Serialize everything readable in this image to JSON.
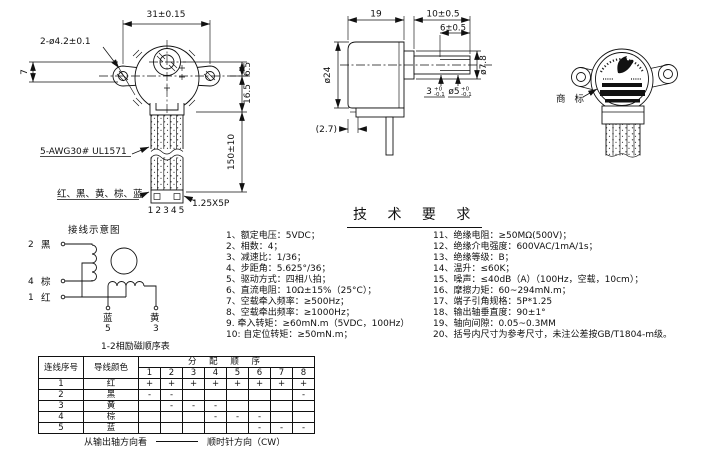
{
  "front_view": {
    "dim_mount_width": "31±0.15",
    "callout_holes": "2-ø4.2±0.1",
    "dim_offset_left": "7",
    "dim_shaft_offset": "6.5",
    "dim_body_lower": "16.5",
    "dim_lead_length": "150±10",
    "label_wire": "5-AWG30# UL1571",
    "label_wire_colors": "红、黑、黄、棕、蓝",
    "label_connector": "1.25X5P",
    "label_pins": "12345"
  },
  "side_view": {
    "dim_depth": "19",
    "dim_shaft_len": "10±0.5",
    "dim_flat_len": "6±0.5",
    "dim_body_dia": "ø24",
    "dim_ref": "(2.7)",
    "dim_flat": "3",
    "dim_flat_tol_up": "+0",
    "dim_flat_tol_dn": "-0.1",
    "dim_shaft_dia": "ø5",
    "dim_shaft_tol_up": "+0",
    "dim_shaft_tol_dn": "-0.1",
    "dim_boss_dia": "ø7.8"
  },
  "back_view": {
    "label_trademark": "商 标"
  },
  "wiring": {
    "title": "接线示意图",
    "t2_num": "2",
    "t2_color": "黑",
    "t4_num": "4",
    "t4_color": "棕",
    "t1_num": "1",
    "t1_color": "红",
    "t5_num": "5",
    "t5_color": "蓝",
    "t3_num": "3",
    "t3_color": "黄",
    "subtitle": "1-2相励磁顺序表"
  },
  "tech": {
    "title": "技 术 要 求",
    "left": [
      "1、额定电压：5VDC；",
      "2、相数：4；",
      "3、减速比：1/36；",
      "4、步距角：5.625°/36；",
      "5、驱动方式：四相八拍；",
      "6、直流电阻：10Ω±15%（25°C）；",
      "7、空载牵入频率：≥500Hz；",
      "8、空载牵出频率：≥1000Hz；",
      "9. 牵入转矩：≥60mN.m（5VDC，100Hz）",
      "10: 自定位转矩：≥50mN.m；"
    ],
    "right": [
      "11、绝缘电阻：≥50MΩ(500V)；",
      "12、绝缘介电强度：600VAC/1mA/1s；",
      "13、绝缘等级：B；",
      "14、温升：≤60K；",
      "15、噪声：≤40dB（A）（100Hz，空载，10cm）；",
      "16、摩擦力矩：60~294mN.m；",
      "17、端子引角规格：5P*1.25",
      "18、输出轴垂直度：90±1°",
      "19、轴向间隙：0.05~0.3MM",
      "20、括号内尺寸为参考尺寸，未注公差按GB/T1804-m级。"
    ]
  },
  "table": {
    "h_wire_no": "连线序号",
    "h_wire_color": "导线颜色",
    "h_sequence": "分 配 顺 序",
    "seq": [
      "1",
      "2",
      "3",
      "4",
      "5",
      "6",
      "7",
      "8"
    ],
    "rows": [
      {
        "num": "1",
        "color": "红",
        "cells": [
          "+",
          "+",
          "+",
          "+",
          "+",
          "+",
          "+",
          "+"
        ]
      },
      {
        "num": "2",
        "color": "黑",
        "cells": [
          "-",
          "-",
          "",
          "",
          "",
          "",
          "",
          "-"
        ]
      },
      {
        "num": "3",
        "color": "黄",
        "cells": [
          "",
          "-",
          "-",
          "-",
          "",
          "",
          "",
          ""
        ]
      },
      {
        "num": "4",
        "color": "棕",
        "cells": [
          "",
          "",
          "",
          "-",
          "-",
          "-",
          "",
          ""
        ]
      },
      {
        "num": "5",
        "color": "蓝",
        "cells": [
          "",
          "",
          "",
          "",
          "",
          "-",
          "-",
          "-"
        ]
      }
    ],
    "footer_left": "从输出轴方向看",
    "footer_right": "顺时针方向（CW）"
  }
}
